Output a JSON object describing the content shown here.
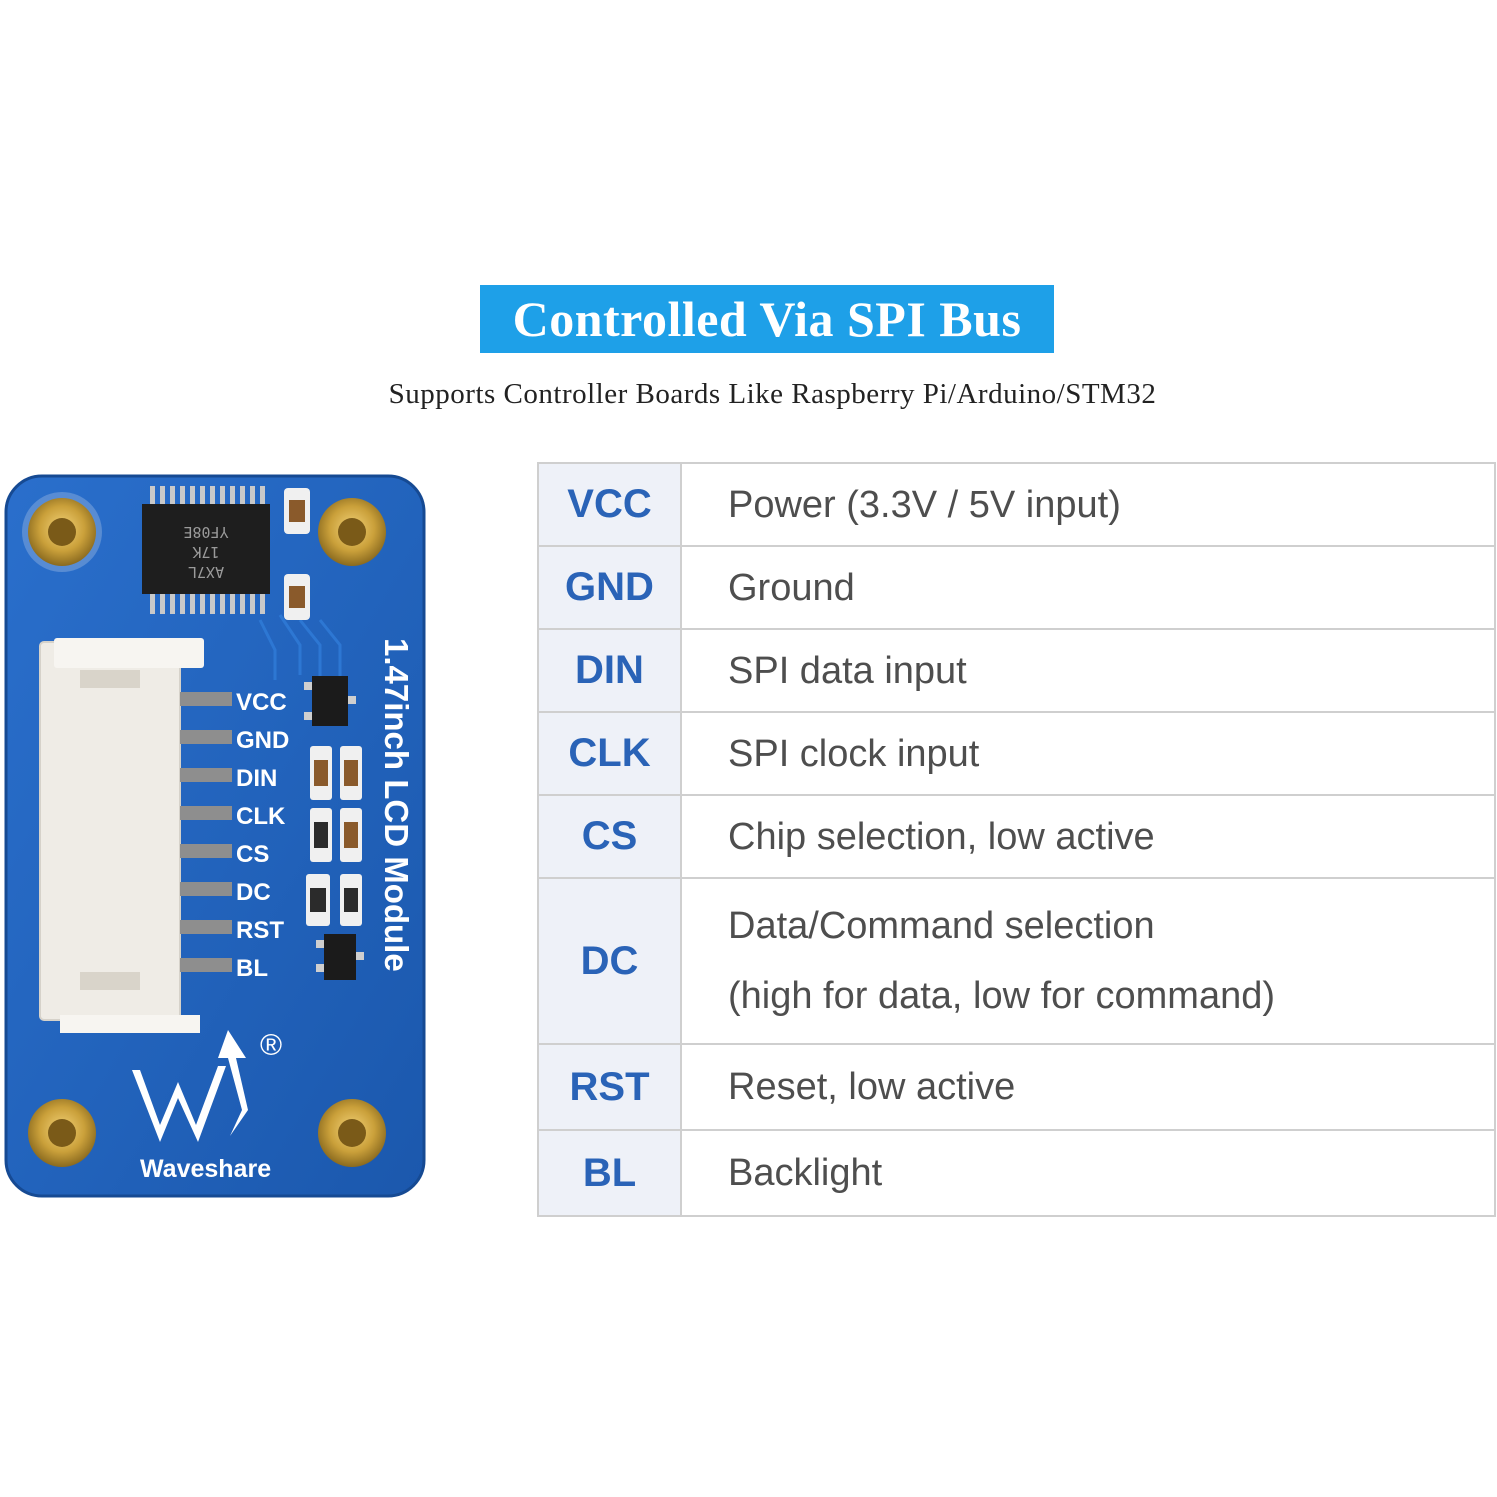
{
  "header": {
    "title": "Controlled Via SPI Bus",
    "subtitle": "Supports Controller Boards Like Raspberry Pi/Arduino/STM32"
  },
  "board": {
    "module_label": "1.47inch LCD Module",
    "brand": "Waveshare",
    "registered": "®",
    "pin_labels": [
      "VCC",
      "GND",
      "DIN",
      "CLK",
      "CS",
      "DC",
      "RST",
      "BL"
    ],
    "chip_markings": [
      "YF08E",
      "17K",
      "AX7L"
    ],
    "colors": {
      "pcb": "#1f63bd",
      "mount_ring": "#c9a23a",
      "connector": "#f4f2ee",
      "accent": "#1ea0e8"
    }
  },
  "pins": [
    {
      "name": "VCC",
      "desc": [
        "Power (3.3V / 5V input)"
      ]
    },
    {
      "name": "GND",
      "desc": [
        "Ground"
      ]
    },
    {
      "name": "DIN",
      "desc": [
        "SPI data input"
      ]
    },
    {
      "name": "CLK",
      "desc": [
        "SPI clock input"
      ]
    },
    {
      "name": "CS",
      "desc": [
        "Chip selection, low active"
      ]
    },
    {
      "name": "DC",
      "desc": [
        "Data/Command selection",
        "(high for data, low for command)"
      ]
    },
    {
      "name": "RST",
      "desc": [
        "Reset, low active"
      ]
    },
    {
      "name": "BL",
      "desc": [
        "Backlight"
      ]
    }
  ]
}
